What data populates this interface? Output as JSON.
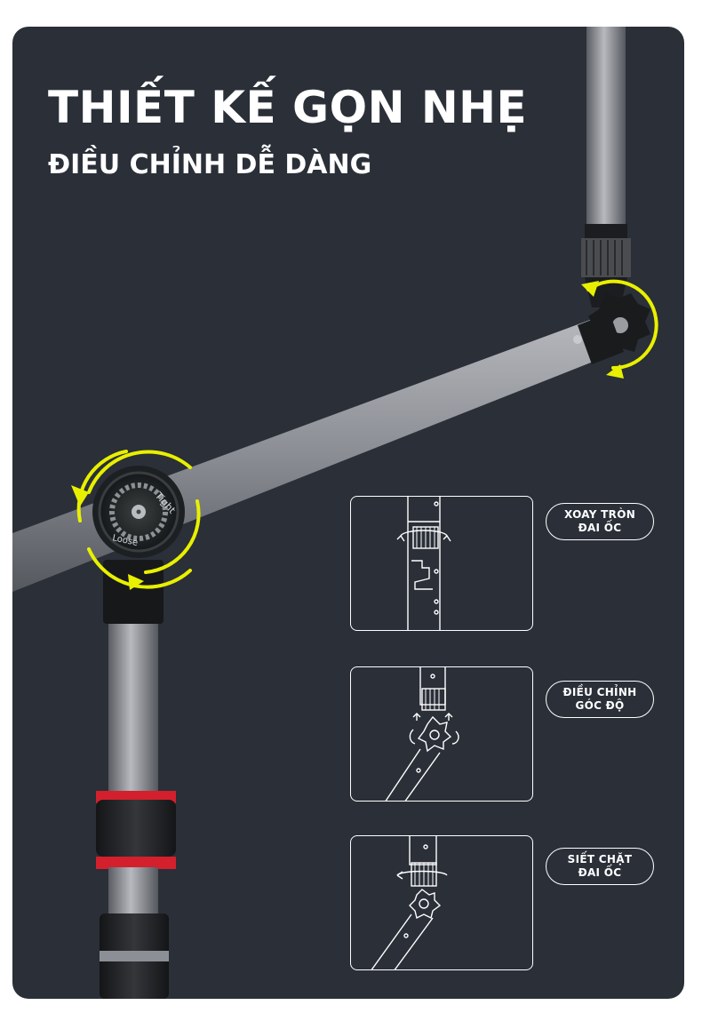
{
  "banner": {
    "title": "THIẾT KẾ GỌN NHẸ",
    "subtitle": "ĐIỀU CHỈNH DỄ DÀNG"
  },
  "knob": {
    "tight_label": "Tight",
    "loose_label": "Loose"
  },
  "steps": [
    {
      "label_line1": "XOAY TRÒN",
      "label_line2": "ĐAI ỐC"
    },
    {
      "label_line1": "ĐIỀU CHỈNH",
      "label_line2": "GÓC ĐỘ"
    },
    {
      "label_line1": "SIẾT CHẶT",
      "label_line2": "ĐAI ỐC"
    }
  ],
  "colors": {
    "background": "#2a2f38",
    "accent_yellow": "#e8f000",
    "accent_red": "#d3202c",
    "pole_gray": "#8c8f96"
  }
}
